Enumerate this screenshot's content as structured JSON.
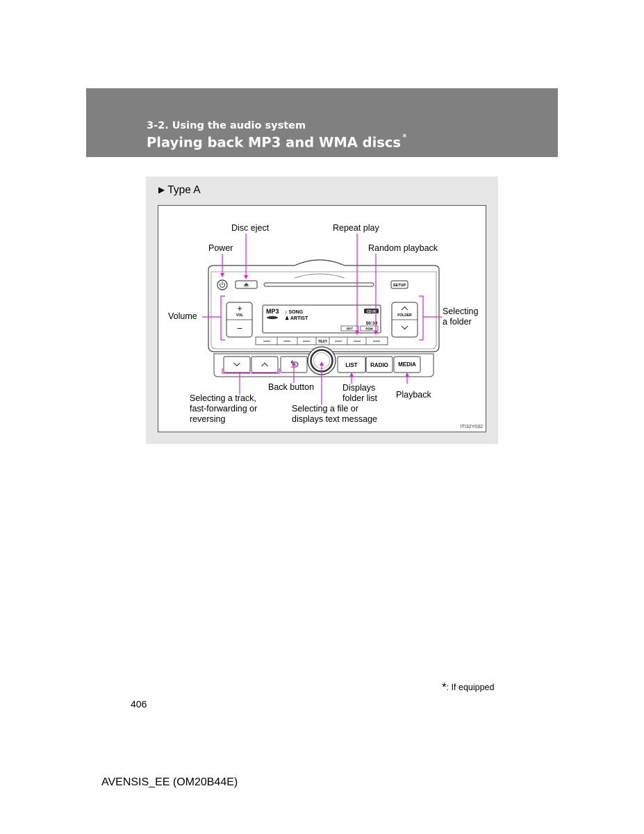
{
  "header": {
    "section_label": "3-2. Using the audio system",
    "title": "Playing back MP3 and WMA discs",
    "title_mark": "*"
  },
  "figure": {
    "type_label": "Type A",
    "code": "ITI32Y032",
    "callouts": {
      "disc_eject": "Disc eject",
      "repeat_play": "Repeat play",
      "power": "Power",
      "random_playback": "Random playback",
      "volume": "Volume",
      "selecting_folder_1": "Selecting",
      "selecting_folder_2": "a folder",
      "back_button": "Back button",
      "displays_folder_list_1": "Displays",
      "displays_folder_list_2": "folder list",
      "playback": "Playback",
      "selecting_track_1": "Selecting a track,",
      "selecting_track_2": "fast-forwarding or",
      "selecting_track_3": "reversing",
      "selecting_file_1": "Selecting a file or",
      "selecting_file_2": "displays text message"
    },
    "unit": {
      "setup": "SETUP",
      "vol": "VOL",
      "folder": "FOLDER",
      "mp3": "MP3",
      "song": "♪ SONG",
      "artist": "♟ ARTIST",
      "cd_in": "CD IN",
      "time": "50:33",
      "rpt": "RPT",
      "rdm": "RDM",
      "text": "TEXT",
      "list": "LIST",
      "radio": "RADIO",
      "media": "MEDIA"
    },
    "colors": {
      "callout_line": "#e020e0"
    }
  },
  "footnote": {
    "mark": "*",
    "text": ": If equipped"
  },
  "page_number": "406",
  "doc_code": "AVENSIS_EE (OM20B44E)"
}
